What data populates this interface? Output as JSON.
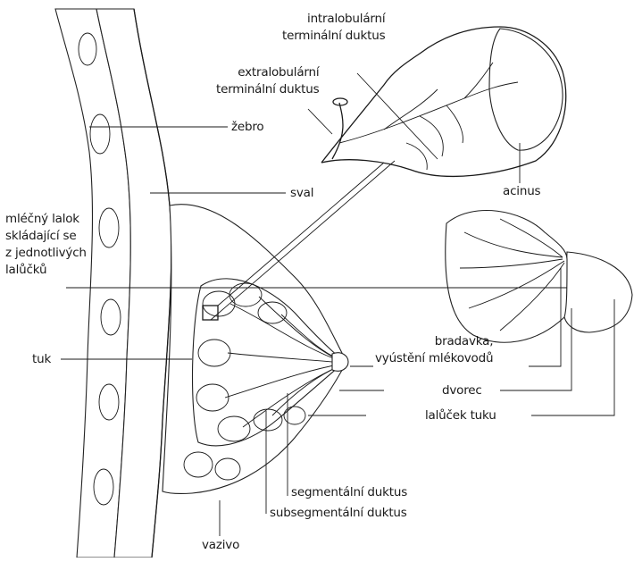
{
  "labels": {
    "intralobular": [
      "intralobulární",
      "terminální duktus"
    ],
    "extralobular": [
      "extralobulární",
      "terminální duktus"
    ],
    "rib": "žebro",
    "muscle": "sval",
    "acinus": "acinus",
    "milk_lobe": [
      "mléčný lalok",
      "skládající se",
      "z jednotlivých",
      "lalůčků"
    ],
    "fat": "tuk",
    "nipple": [
      "bradavka,",
      "vyústění mlékovodů"
    ],
    "areola": "dvorec",
    "fat_lobule": "lalůček tuku",
    "segmental_duct": "segmentální duktus",
    "subsegmental_duct": "subsegmentální duktus",
    "connective_tissue": "vazivo"
  }
}
